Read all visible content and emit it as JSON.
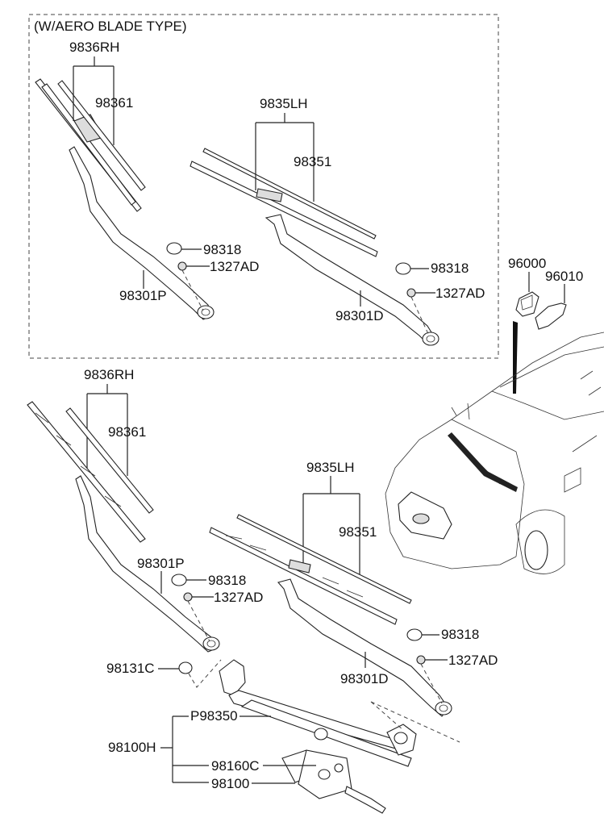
{
  "diagram": {
    "inset_title": "(W/AERO BLADE TYPE)",
    "aero_section": {
      "rh_assembly": "9836RH",
      "rh_refill": "98361",
      "lh_assembly": "9835LH",
      "lh_refill": "98351",
      "rh_cap": "98318",
      "rh_nut": "1327AD",
      "rh_arm": "98301P",
      "lh_cap": "98318",
      "lh_nut": "1327AD",
      "lh_arm": "98301D"
    },
    "vehicle_parts": {
      "motor_cover": "96000",
      "cover_2": "96010"
    },
    "standard_section": {
      "rh_assembly": "9836RH",
      "rh_refill": "98361",
      "lh_assembly": "9835LH",
      "lh_refill": "98351",
      "rh_arm": "98301P",
      "rh_cap": "98318",
      "rh_nut": "1327AD",
      "lh_cap": "98318",
      "lh_nut": "1327AD",
      "lh_arm": "98301D",
      "pivot_cap": "98131C",
      "linkage": "P98350",
      "linkage_motor_assembly": "98100H",
      "motor_crank": "98160C",
      "motor": "98100"
    }
  }
}
